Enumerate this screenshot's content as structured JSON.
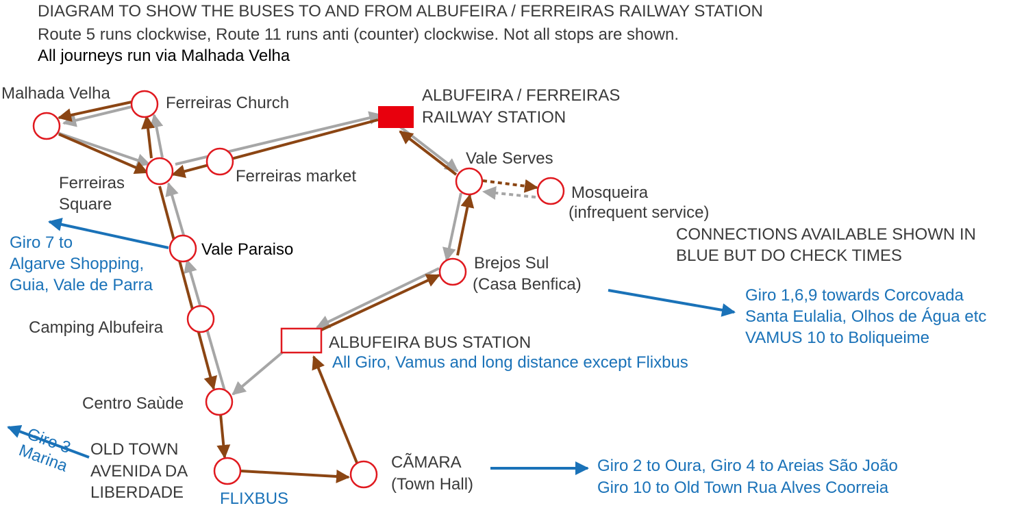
{
  "title": "DIAGRAM TO SHOW THE BUSES TO AND FROM ALBUFEIRA / FERREIRAS RAILWAY STATION",
  "legend": {
    "route5": "Route 5",
    "route5_desc": " runs clockwise, ",
    "route11": "Route 11",
    "route11_desc": " runs anti (counter) clockwise",
    "dot": ".",
    "not_all": " Not all stops are shown."
  },
  "via_note": "All journeys run via Malhada Velha",
  "stops": {
    "malhada_velha": "Malhada Velha",
    "ferreiras_church": "Ferreiras Church",
    "railway_line1": "ALBUFEIRA / FERREIRAS",
    "railway_line2": "RAILWAY STATION",
    "ferreiras_square_line1": "Ferreiras",
    "ferreiras_square_line2": "Square",
    "ferreiras_market": "Ferreiras market",
    "vale_serves": "Vale Serves",
    "mosqueira": "Mosqueira",
    "mosqueira_note": "(infrequent service)",
    "vale_paraiso": "Vale Paraiso",
    "brejos_sul": "Brejos Sul",
    "brejos_sul_note": "(Casa Benfica)",
    "camping": "Camping Albufeira",
    "bus_station": "ALBUFEIRA BUS STATION",
    "centro_saude": "Centro Saùde",
    "old_town_line1": "OLD TOWN",
    "old_town_line2": "AVENIDA DA",
    "old_town_line3": "LIBERDADE",
    "camara": "CÃMARA",
    "camara_note": "(Town Hall)"
  },
  "connections_note": {
    "line1": "CONNECTIONS AVAILABLE SHOWN IN",
    "blue_word": "BLUE",
    "line2_rest": " BUT DO CHECK TIMES"
  },
  "connections": {
    "giro7_line1": "Giro 7 to",
    "giro7_line2": "Algarve Shopping,",
    "giro7_line3": "Guia, Vale de Parra",
    "benfica_line1": "Giro 1,6,9 towards Corcovada",
    "benfica_line2": "Santa Eulalia, Olhos de Água etc",
    "benfica_line3": "VAMUS 10 to Boliqueime",
    "bus_station_note": "All Giro, Vamus and long distance except Flixbus",
    "giro3_line1": "Giro 3",
    "giro3_line2": "Marina",
    "flixbus": "FLIXBUS",
    "camara_line1": "Giro 2 to Oura, Giro 4 to Areias São João",
    "camara_line2": "Giro 10 to Old Town Rua Alves Coorreia"
  },
  "colors": {
    "route5": "#a6a6a6",
    "route11": "#8b4513",
    "connection": "#1a72b8",
    "stop_outline": "#e0191f",
    "railway_station": "#e8000d"
  }
}
